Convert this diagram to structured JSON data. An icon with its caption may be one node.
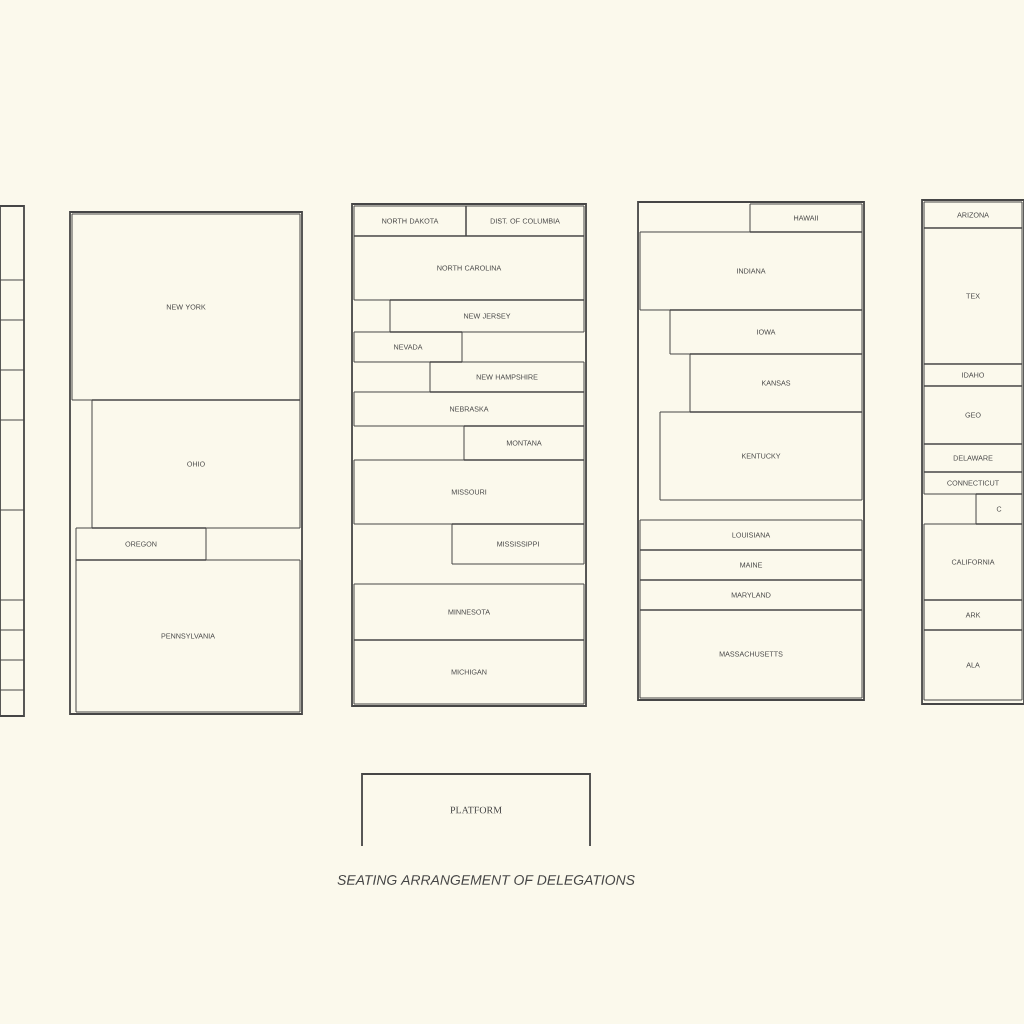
{
  "diagram": {
    "caption": "SEATING ARRANGEMENT OF DELEGATIONS",
    "nodes": [
      {
        "text": [],
        "shape": "box"
      },
      {
        "text": [],
        "shape": "box"
      },
      {
        "text": [
          "NEW YORK"
        ],
        "in": 1
      },
      {
        "text": [
          "OHIO"
        ],
        "in": 1
      },
      {
        "text": [
          "OREGON"
        ],
        "in": 1
      },
      {
        "text": [
          "PENNSYLVANIA"
        ],
        "in": 1
      },
      {
        "text": [],
        "shape": "box"
      },
      {
        "text": [
          "NORTH DAKOTA"
        ],
        "in": 6
      },
      {
        "text": [
          "DIST. OF COLUMBIA"
        ],
        "in": 6
      },
      {
        "text": [
          "NORTH CAROLINA"
        ],
        "in": 6
      },
      {
        "text": [
          "NEW JERSEY"
        ],
        "in": 6
      },
      {
        "text": [
          "NEVADA"
        ],
        "in": 6
      },
      {
        "text": [
          "NEW HAMPSHIRE"
        ],
        "in": 6
      },
      {
        "text": [
          "NEBRASKA"
        ],
        "in": 6
      },
      {
        "text": [
          "MONTANA"
        ],
        "in": 6
      },
      {
        "text": [
          "MISSOURI"
        ],
        "in": 6
      },
      {
        "text": [
          "MISSISSIPPI"
        ],
        "in": 6
      },
      {
        "text": [
          "MINNESOTA"
        ],
        "in": 6
      },
      {
        "text": [
          "MICHIGAN"
        ],
        "in": 6
      },
      {
        "text": [],
        "shape": "box"
      },
      {
        "text": [
          "HAWAII"
        ],
        "in": 19
      },
      {
        "text": [
          "INDIANA"
        ],
        "in": 19
      },
      {
        "text": [
          "IOWA"
        ],
        "in": 19
      },
      {
        "text": [
          "KANSAS"
        ],
        "in": 19
      },
      {
        "text": [
          "KENTUCKY"
        ],
        "in": 19
      },
      {
        "text": [
          "LOUISIANA"
        ],
        "in": 19
      },
      {
        "text": [
          "MAINE"
        ],
        "in": 19
      },
      {
        "text": [
          "MARYLAND"
        ],
        "in": 19
      },
      {
        "text": [
          "MASSACHUSETTS"
        ],
        "in": 19
      },
      {
        "text": [],
        "shape": "box"
      },
      {
        "text": [
          "ARIZONA"
        ],
        "in": 29
      },
      {
        "text": [
          "TEX"
        ],
        "in": 29
      },
      {
        "text": [
          "IDAHO"
        ],
        "in": 29
      },
      {
        "text": [
          "GEO"
        ],
        "in": 29
      },
      {
        "text": [
          "DELAWARE"
        ],
        "in": 29
      },
      {
        "text": [
          "CONNECTICUT"
        ],
        "in": 29
      },
      {
        "text": [
          "C"
        ],
        "in": 29
      },
      {
        "text": [
          "CALIFORNIA"
        ],
        "in": 29
      },
      {
        "text": [
          "ARK"
        ],
        "in": 29
      },
      {
        "text": [
          "ALA"
        ],
        "in": 29
      },
      {
        "text": [
          "PLATFORM"
        ]
      }
    ]
  }
}
